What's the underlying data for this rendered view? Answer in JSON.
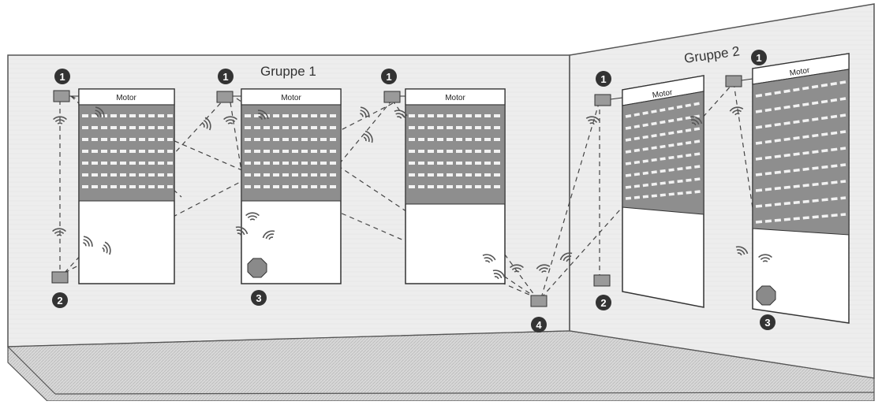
{
  "groups": [
    {
      "id": "g1",
      "label": "Gruppe 1"
    },
    {
      "id": "g2",
      "label": "Gruppe 2"
    }
  ],
  "blinds": [
    {
      "id": "b1",
      "group": "g1",
      "motor_label": "Motor",
      "closed_fraction": 0.48
    },
    {
      "id": "b2",
      "group": "g1",
      "motor_label": "Motor",
      "closed_fraction": 0.48
    },
    {
      "id": "b3",
      "group": "g1",
      "motor_label": "Motor",
      "closed_fraction": 0.48
    },
    {
      "id": "b4",
      "group": "g2",
      "motor_label": "Motor",
      "closed_fraction": 0.62
    },
    {
      "id": "b5",
      "group": "g2",
      "motor_label": "Motor",
      "closed_fraction": 0.62
    }
  ],
  "devices": [
    {
      "id": "s1",
      "kind": "sensor",
      "number": "1",
      "group": "g1"
    },
    {
      "id": "s2",
      "kind": "sensor",
      "number": "1",
      "group": "g1"
    },
    {
      "id": "s3",
      "kind": "sensor",
      "number": "1",
      "group": "g1"
    },
    {
      "id": "s4",
      "kind": "sensor",
      "number": "1",
      "group": "g2"
    },
    {
      "id": "s5",
      "kind": "sensor",
      "number": "1",
      "group": "g2"
    },
    {
      "id": "w1",
      "kind": "switch",
      "number": "2",
      "group": "g1"
    },
    {
      "id": "w2",
      "kind": "switch",
      "number": "2",
      "group": "g2"
    },
    {
      "id": "r1",
      "kind": "remote",
      "number": "3",
      "group": "g1"
    },
    {
      "id": "r2",
      "kind": "remote",
      "number": "3",
      "group": "g2"
    },
    {
      "id": "c1",
      "kind": "central",
      "number": "4",
      "group": "all"
    }
  ],
  "colors": {
    "wall": "#ececec",
    "floor": "#cfcfcf",
    "line": "#444444",
    "slat": "#8e8e8e",
    "device": "#9a9a9a",
    "badge": "#333333"
  },
  "icons": {
    "signal": "wireless-signal-icon",
    "badge": "number-badge-icon"
  }
}
